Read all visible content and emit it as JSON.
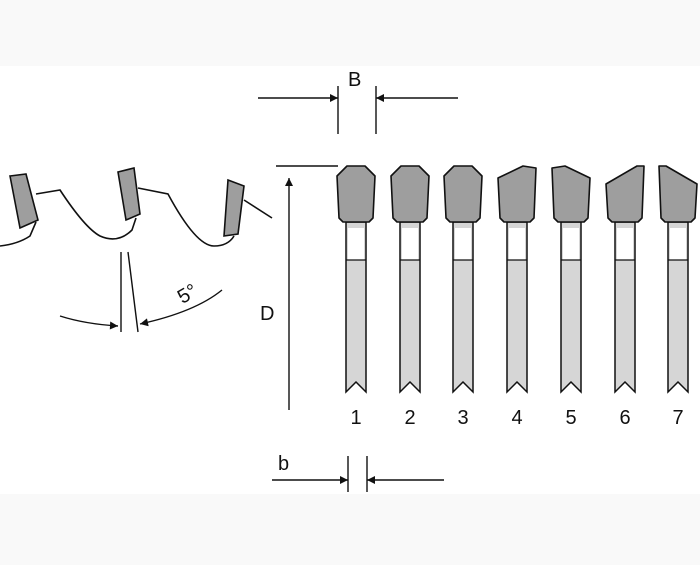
{
  "labels": {
    "B": "B",
    "D": "D",
    "b": "b",
    "angle": "5°"
  },
  "tooth_numbers": [
    "1",
    "2",
    "3",
    "4",
    "5",
    "6",
    "7"
  ],
  "colors": {
    "background": "#ffffff",
    "outer_band": "#f9f9f9",
    "carbide_tip": "#9e9e9e",
    "body_fill": "#d6d6d6",
    "line": "#111111"
  }
}
